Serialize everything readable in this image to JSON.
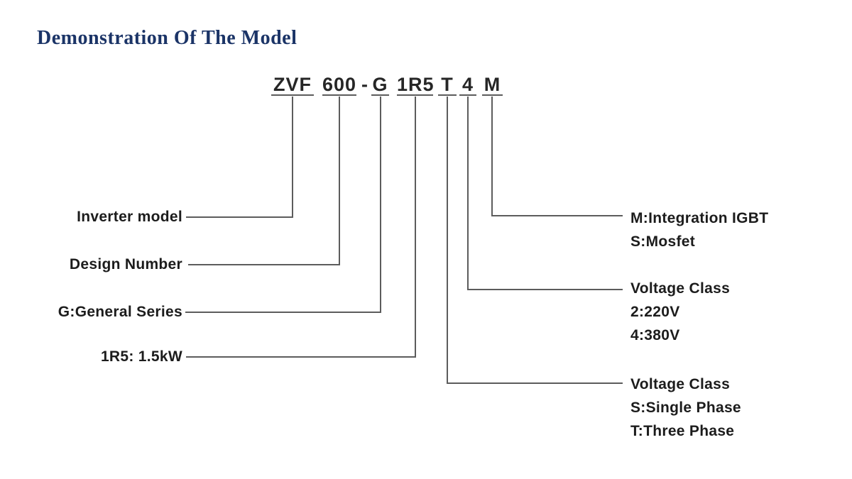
{
  "title": "Demonstration Of The Model",
  "model_code": {
    "full": "ZVF 600 - G 1R5 T 4 M",
    "segments": [
      {
        "text": "ZVF"
      },
      {
        "text": "600"
      },
      {
        "text": "-"
      },
      {
        "text": "G"
      },
      {
        "text": "1R5"
      },
      {
        "text": "T"
      },
      {
        "text": "4"
      },
      {
        "text": "M"
      }
    ]
  },
  "left_labels": [
    {
      "text": "Inverter model"
    },
    {
      "text": "Design Number"
    },
    {
      "text": "G:General Series"
    },
    {
      "text": "1R5: 1.5kW"
    }
  ],
  "right_labels": [
    {
      "lines": [
        "M:Integration IGBT",
        "S:Mosfet"
      ]
    },
    {
      "lines": [
        "Voltage Class",
        "2:220V",
        "4:380V"
      ]
    },
    {
      "lines": [
        "Voltage Class",
        "S:Single Phase",
        "T:Three Phase"
      ]
    }
  ],
  "colors": {
    "title": "#1b3467",
    "text": "#1c1c1c",
    "line": "#5c5c5c"
  }
}
